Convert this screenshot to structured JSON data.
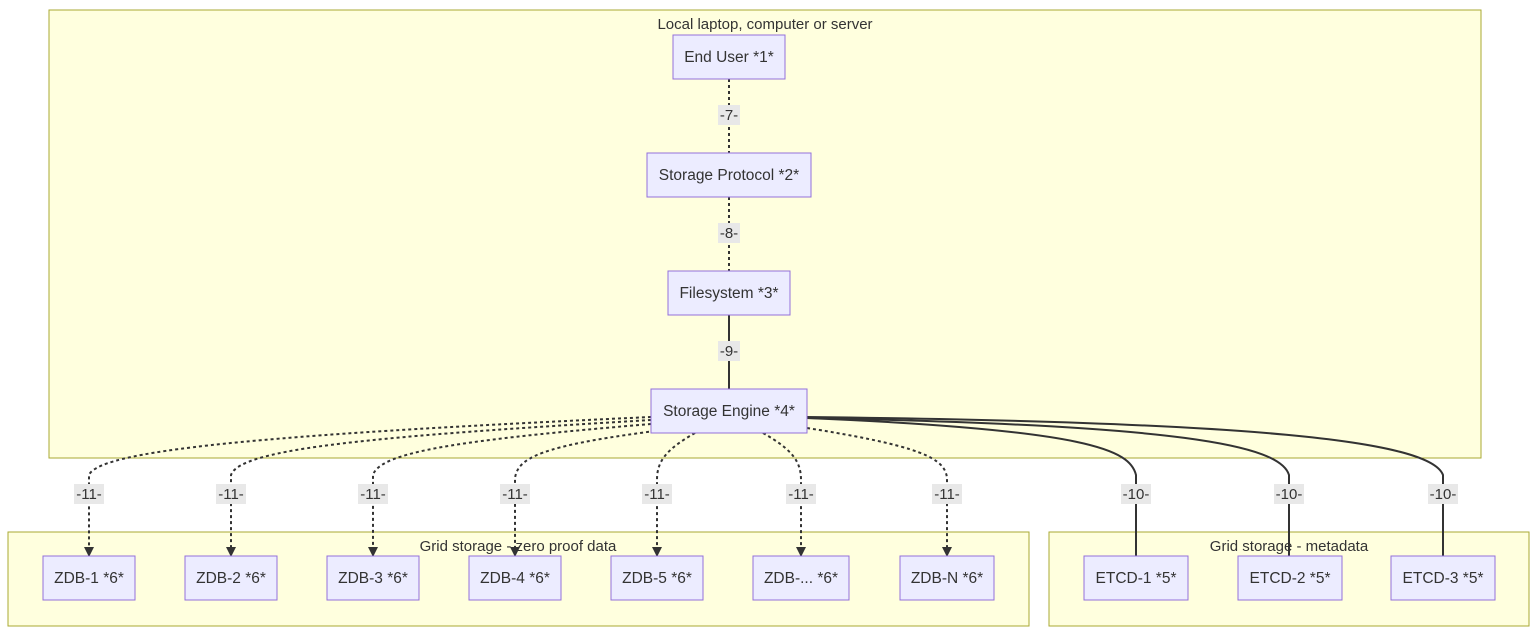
{
  "clusters": {
    "local": "Local laptop, computer or server",
    "zdb": "Grid storage - zero proof data",
    "meta": "Grid storage - metadata"
  },
  "nodes": {
    "end_user": "End User *1*",
    "storage_protocol": "Storage Protocol *2*",
    "filesystem": "Filesystem *3*",
    "storage_engine": "Storage Engine *4*",
    "zdb1": "ZDB-1 *6*",
    "zdb2": "ZDB-2 *6*",
    "zdb3": "ZDB-3 *6*",
    "zdb4": "ZDB-4 *6*",
    "zdb5": "ZDB-5 *6*",
    "zdbdots": "ZDB-... *6*",
    "zdbn": "ZDB-N *6*",
    "etcd1": "ETCD-1 *5*",
    "etcd2": "ETCD-2 *5*",
    "etcd3": "ETCD-3 *5*"
  },
  "edges": {
    "e7": "-7-",
    "e8": "-8-",
    "e9": "-9-",
    "e11": "-11-",
    "e10": "-10-"
  },
  "colors": {
    "cluster_fill": "#ffffde",
    "cluster_border": "#aaaa33",
    "node_fill": "#ececff",
    "node_border": "#9370db",
    "edge": "#333333",
    "edge_label_bg": "#e8e8e8"
  }
}
